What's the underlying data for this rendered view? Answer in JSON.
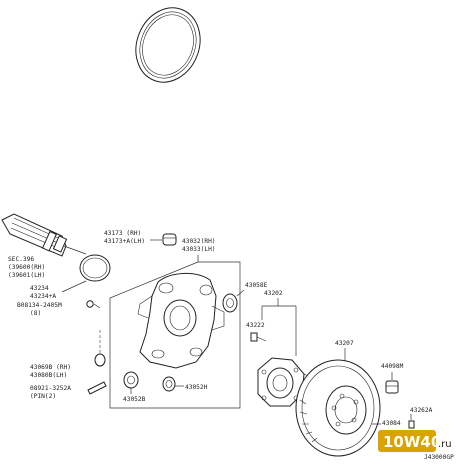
{
  "labels": {
    "sec396": "SEC.396",
    "sec396_rh": "(39600(RH)",
    "sec396_lh": "(39601(LH)",
    "p43173_rh": "43173 (RH)",
    "p43173_lh": "43173+A(LH)",
    "p43032_rh": "43032(RH)",
    "p43033_lh": "43033(LH)",
    "p43058e": "43058E",
    "p43202": "43202",
    "p43222": "43222",
    "p43207": "43207",
    "p43234": "43234",
    "p43234a": "43234+A",
    "p08134": "B08134-2405M",
    "p08134_qty": "(8)",
    "p43069b_rh": "43069B (RH)",
    "p43080b_lh": "43080B(LH)",
    "p08921": "08921-3252A",
    "p08921_pin": "(PIN(2)",
    "p43052b": "43052B",
    "p43052h": "43052H",
    "p44098m": "44098M",
    "p43262a": "43262A",
    "p43084": "43084",
    "diagram_code": "J43000GP"
  },
  "watermark": {
    "brand": "10W40",
    "domain": ".ru",
    "bg_color": "#d9a300"
  }
}
